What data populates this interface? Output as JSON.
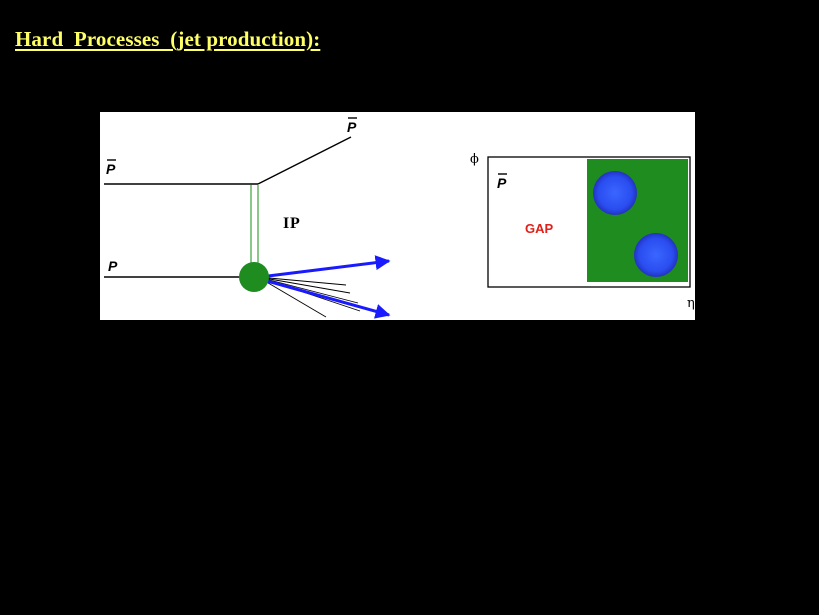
{
  "slide": {
    "title": "Hard  Processes  (jet production):"
  },
  "feynman": {
    "antiproton_in_label": "P",
    "antiproton_out_label": "P",
    "proton_label": "P",
    "pomeron_prefix": "I",
    "pomeron_label": "P"
  },
  "eta_phi_plot": {
    "phi_axis_label": "ϕ",
    "eta_axis_label": "η",
    "antiproton_label": "P",
    "gap_label": "GAP"
  },
  "colors": {
    "background": "#000000",
    "title": "#ffff66",
    "panel": "#ffffff",
    "vertex": "#1e8c1e",
    "jet_arrow": "#1a1aff",
    "pomeron_lines": "#2a9a2a",
    "gap_region": "#1e8c1e",
    "jet_blob": "#2a4df0",
    "gap_text": "#e0201a"
  },
  "icons": {
    "vertex": "green-blob-icon",
    "jet": "blue-disk-icon"
  }
}
